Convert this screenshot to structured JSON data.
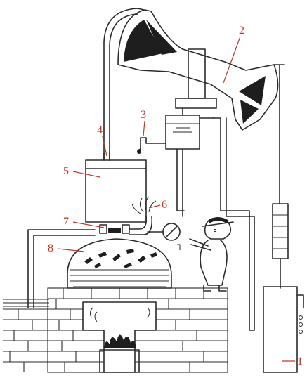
{
  "labels": {
    "l1": "1",
    "l2": "2",
    "l3": "3",
    "l4": "4",
    "l5": "5",
    "l6": "6",
    "l7": "7",
    "l8": "8"
  },
  "components": [
    {
      "label": "1",
      "name": "well-casing"
    },
    {
      "label": "2",
      "name": "pump-walking-beam"
    },
    {
      "label": "3",
      "name": "faucet"
    },
    {
      "label": "4",
      "name": "feed-pipe"
    },
    {
      "label": "5",
      "name": "separation-tank"
    },
    {
      "label": "6",
      "name": "gas-flame"
    },
    {
      "label": "7",
      "name": "valve"
    },
    {
      "label": "8",
      "name": "heated-dome-vessel"
    }
  ]
}
